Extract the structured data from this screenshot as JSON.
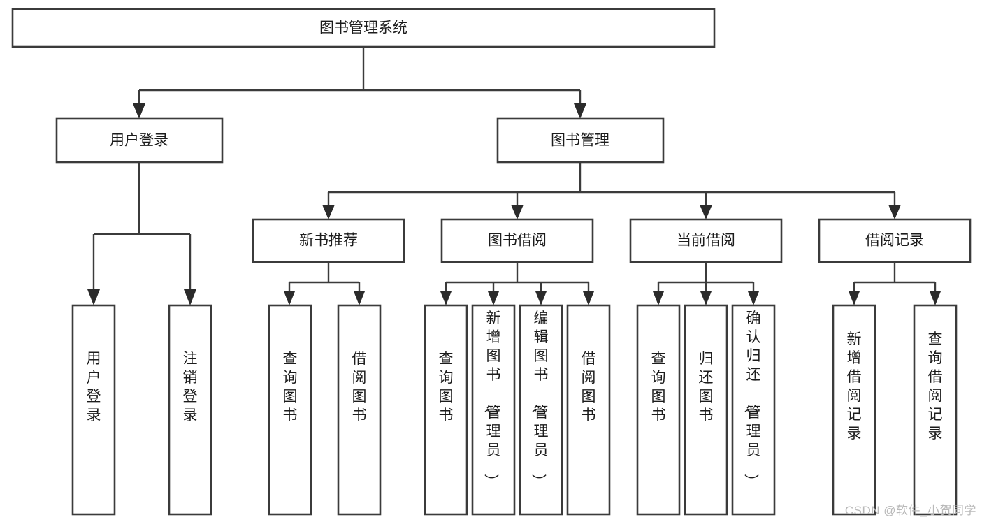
{
  "diagram": {
    "title": "图书管理系统",
    "type": "tree-hierarchy-diagram",
    "colors": {
      "box_stroke": "#3b3b3b",
      "box_fill": "#ffffff",
      "text": "#1c1c1c",
      "connector": "#3b3b3b",
      "background": "#ffffff",
      "watermark": "#b9b9b9"
    },
    "root": {
      "label": "图书管理系统"
    },
    "level2": [
      {
        "label": "用户登录"
      },
      {
        "label": "图书管理"
      }
    ],
    "level3": [
      {
        "label": "新书推荐"
      },
      {
        "label": "图书借阅"
      },
      {
        "label": "当前借阅"
      },
      {
        "label": "借阅记录"
      }
    ],
    "leaves": {
      "user_login": [
        {
          "label": "用户登录"
        },
        {
          "label": "注销登录"
        }
      ],
      "new_book_recommend": [
        {
          "label": "查询图书"
        },
        {
          "label": "借阅图书"
        }
      ],
      "book_borrow": [
        {
          "label": "查询图书"
        },
        {
          "label": "新增图书（管理员）"
        },
        {
          "label": "编辑图书（管理员）"
        },
        {
          "label": "借阅图书"
        }
      ],
      "current_borrow": [
        {
          "label": "查询图书"
        },
        {
          "label": "归还图书"
        },
        {
          "label": "确认归还（管理员）"
        }
      ],
      "borrow_records": [
        {
          "label": "新增借阅记录"
        },
        {
          "label": "查询借阅记录"
        }
      ]
    }
  },
  "watermark": {
    "text": "CSDN @软件_小贺同学"
  }
}
